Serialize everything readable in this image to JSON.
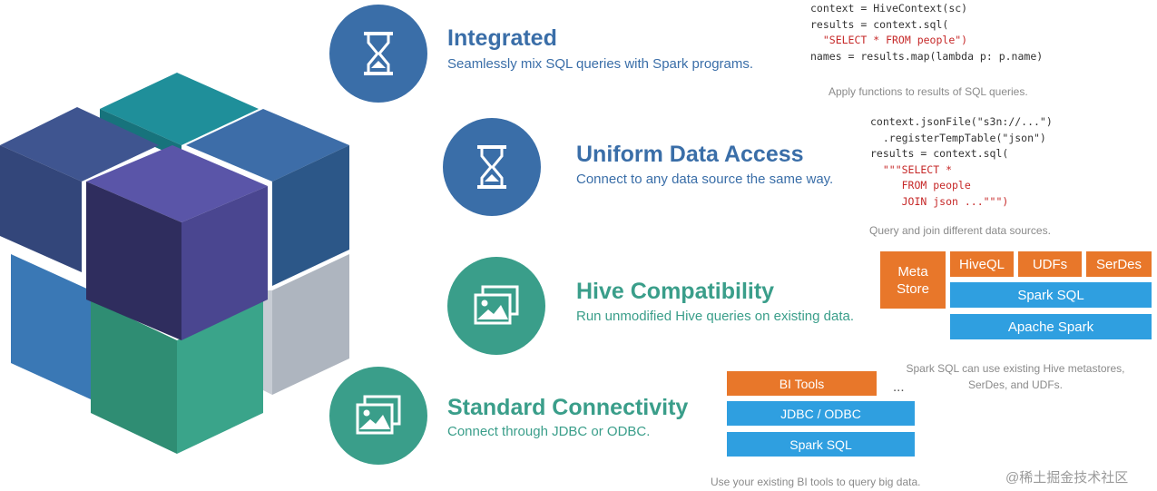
{
  "colors": {
    "blue_circle": "#3a6ea8",
    "green_circle": "#3a9e8a",
    "blue_title": "#3a6ea8",
    "green_title": "#3a9e8a",
    "orange_box": "#e8772a",
    "blue_box": "#2f9fe0"
  },
  "features": [
    {
      "title": "Integrated",
      "subtitle": "Seamlessly  mix SQL queries with Spark programs.",
      "icon": "hourglass-icon"
    },
    {
      "title": "Uniform Data Access",
      "subtitle": "Connect to any data source the same way.",
      "icon": "hourglass-icon"
    },
    {
      "title": "Hive Compatibility",
      "subtitle": "Run unmodified  Hive queries on existing data.",
      "icon": "image-gallery-icon"
    },
    {
      "title": "Standard Connectivity",
      "subtitle": "Connect through  JDBC or ODBC.",
      "icon": "image-gallery-icon"
    }
  ],
  "code1": {
    "lines": [
      "context = HiveContext(sc)",
      "results = context.sql(",
      "  \"SELECT * FROM people\")",
      "names = results.map(lambda p: p.name)"
    ],
    "caption": "Apply functions to results of SQL queries."
  },
  "code2": {
    "lines": [
      "context.jsonFile(\"s3n://...\")",
      "  .registerTempTable(\"json\")",
      "results = context.sql(",
      "  \"\"\"SELECT *",
      "     FROM people",
      "     JOIN json ...\"\"\")"
    ],
    "caption": "Query and join different data sources."
  },
  "hive_diagram": {
    "meta_store": "Meta Store",
    "hiveql": "HiveQL",
    "udfs": "UDFs",
    "serdes": "SerDes",
    "spark_sql": "Spark SQL",
    "apache_spark": "Apache Spark",
    "caption_line1": "Spark SQL can use existing Hive metastores,",
    "caption_line2": "SerDes, and UDFs."
  },
  "connectivity_diagram": {
    "bi_tools": "BI Tools",
    "ellipsis": "...",
    "jdbc_odbc": "JDBC / ODBC",
    "spark_sql": "Spark SQL",
    "caption": "Use your existing BI tools to query big data."
  },
  "watermark": "@稀土掘金技术社区"
}
